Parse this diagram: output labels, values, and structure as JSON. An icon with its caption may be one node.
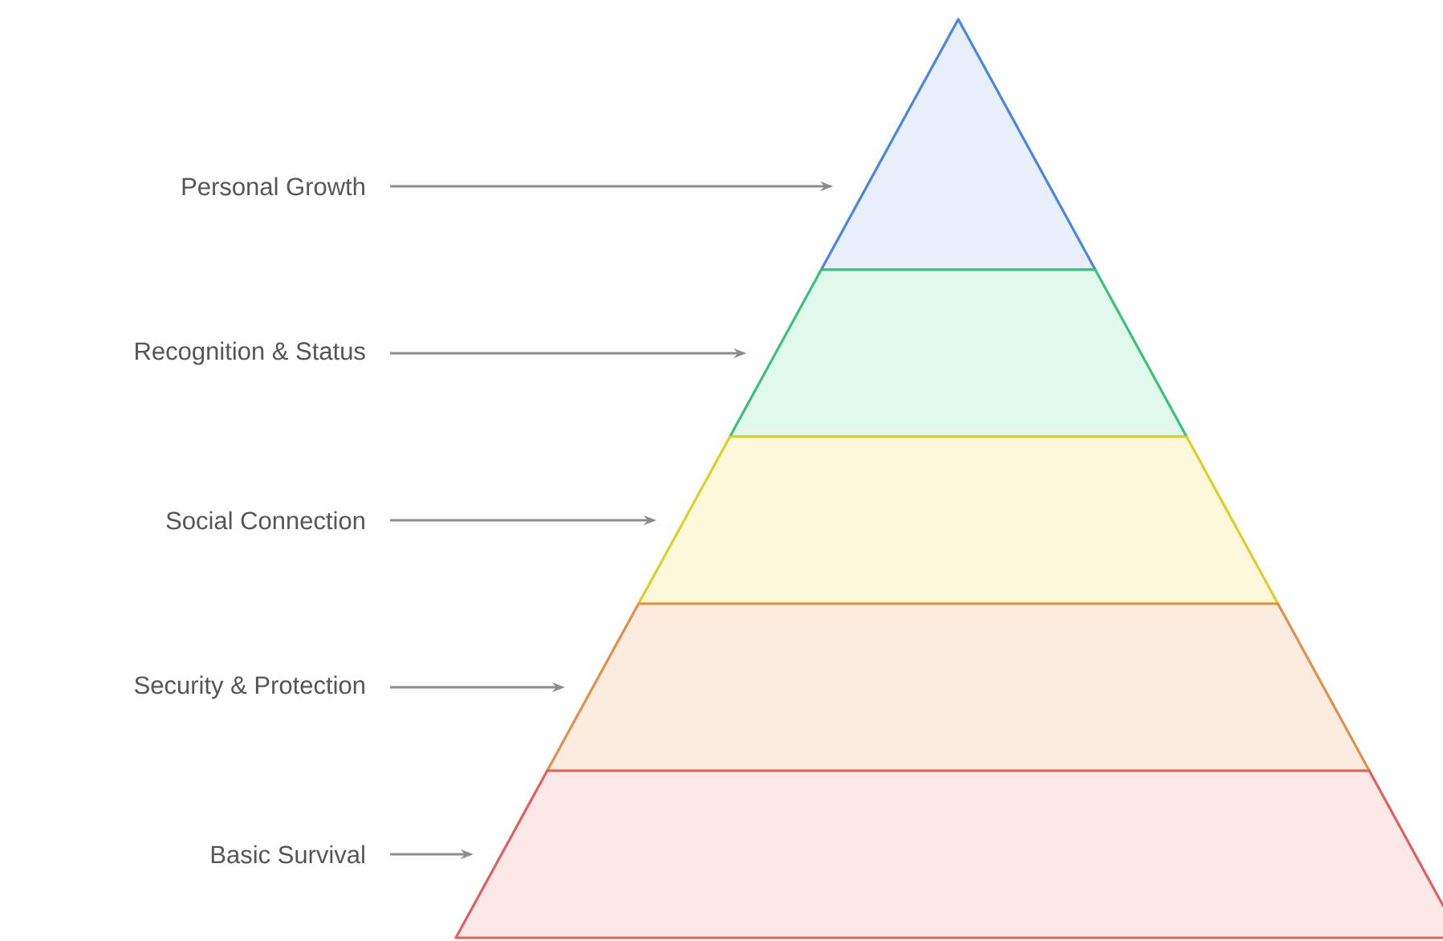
{
  "diagram": {
    "nodes": [
      {
        "text": [
          "Personal Growth"
        ]
      },
      {
        "text": [
          "Recognition & Status"
        ]
      },
      {
        "text": [
          "Social Connection"
        ]
      },
      {
        "text": [
          "Security & Protection"
        ]
      },
      {
        "text": [
          "Basic Survival"
        ]
      },
      {
        "text": [],
        "shape": "triangle"
      },
      {
        "text": [],
        "shape": "trapezoid"
      },
      {
        "text": [],
        "shape": "trapezoid"
      },
      {
        "text": [],
        "shape": "trapezoid"
      },
      {
        "text": [],
        "shape": "trapezoid"
      }
    ],
    "edges": [
      {
        "from": 0,
        "to": 5,
        "arrow": "to"
      },
      {
        "from": 1,
        "to": 6,
        "arrow": "to"
      },
      {
        "from": 2,
        "to": 7,
        "arrow": "to"
      },
      {
        "from": 3,
        "to": 8,
        "arrow": "to"
      },
      {
        "from": 4,
        "to": 9,
        "arrow": "to"
      }
    ]
  }
}
